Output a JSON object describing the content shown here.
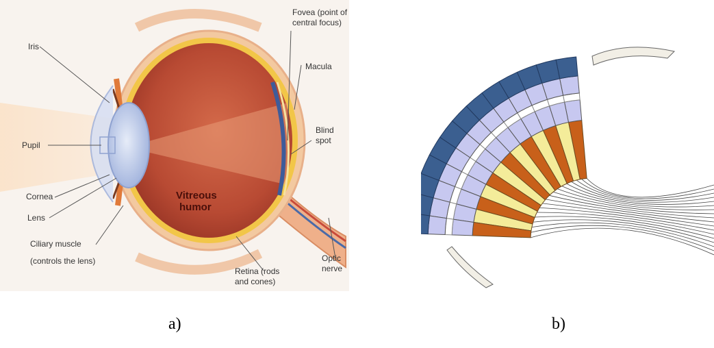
{
  "panel_a": {
    "labels": {
      "iris": "Iris",
      "pupil": "Pupil",
      "cornea": "Cornea",
      "lens": "Lens",
      "ciliary_1": "Ciliary muscle",
      "ciliary_2": "(controls the lens)",
      "fovea_1": "Fovea (point of",
      "fovea_2": "central focus)",
      "macula": "Macula",
      "blind_1": "Blind",
      "blind_2": "spot",
      "optic_1": "Optic",
      "optic_2": "nerve",
      "retina_1": "Retina (rods",
      "retina_2": "and cones)",
      "vitreous_1": "Vitreous",
      "vitreous_2": "humor"
    },
    "caption": "a)"
  },
  "panel_b": {
    "caption": "b)"
  },
  "colors": {
    "sclera": "#f3c9a0",
    "retina_band": "#f2c648",
    "vitreous": "#c2583d",
    "lens": "#b9c7e6",
    "cell_lavender": "#c7c8f0",
    "rod_orange": "#c8601a",
    "rod_yellow": "#f4ec9a",
    "outer_blue": "#3b5f90"
  }
}
